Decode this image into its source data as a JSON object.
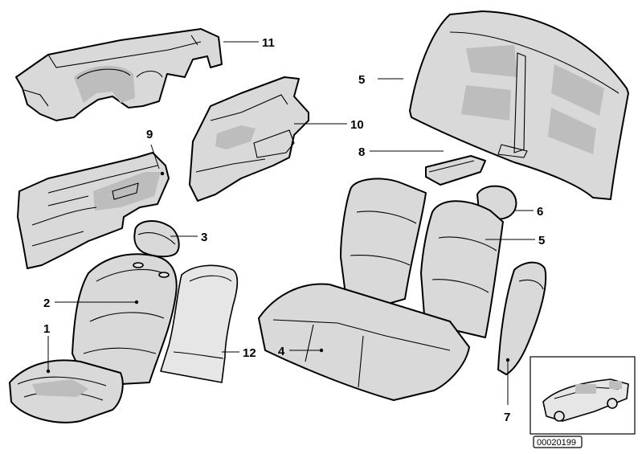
{
  "callouts": {
    "c1": "1",
    "c2": "2",
    "c3": "3",
    "c4": "4",
    "c5a": "5",
    "c5b": "5",
    "c6": "6",
    "c7": "7",
    "c8": "8",
    "c9": "9",
    "c10": "10",
    "c11": "11",
    "c12": "12"
  },
  "diagram_id": "00020199",
  "colors": {
    "line": "#000000",
    "fill": "#d9d9d9",
    "background": "#ffffff"
  }
}
